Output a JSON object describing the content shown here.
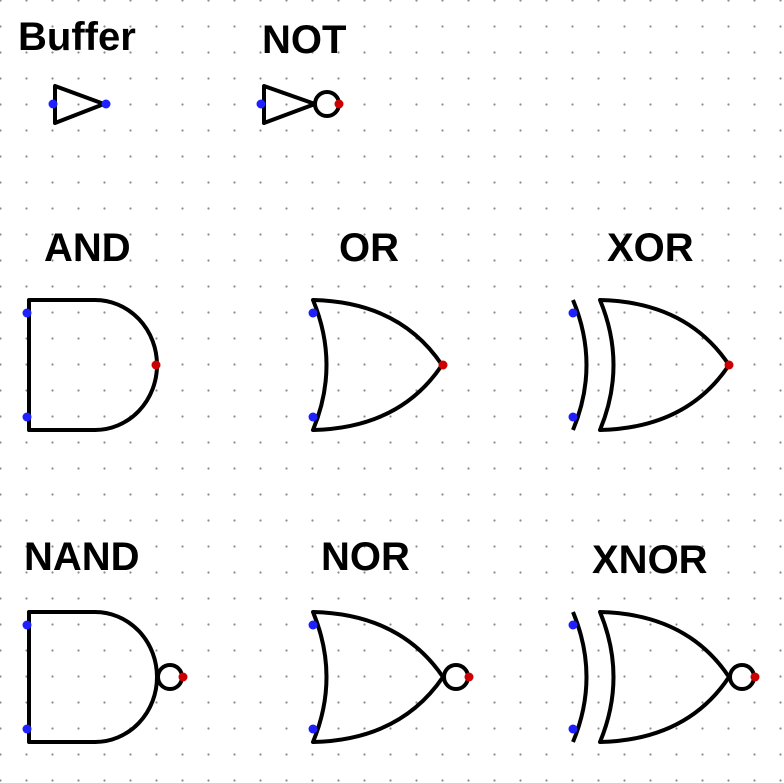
{
  "gates": {
    "buffer": {
      "label": "Buffer"
    },
    "not": {
      "label": "NOT"
    },
    "and": {
      "label": "AND"
    },
    "or": {
      "label": "OR"
    },
    "xor": {
      "label": "XOR"
    },
    "nand": {
      "label": "NAND"
    },
    "nor": {
      "label": "NOR"
    },
    "xnor": {
      "label": "XNOR"
    }
  },
  "colors": {
    "input_pin": "#1f1fff",
    "output_pin": "#cc0000",
    "stroke": "#000000",
    "grid_dot": "#8a8a8a"
  }
}
